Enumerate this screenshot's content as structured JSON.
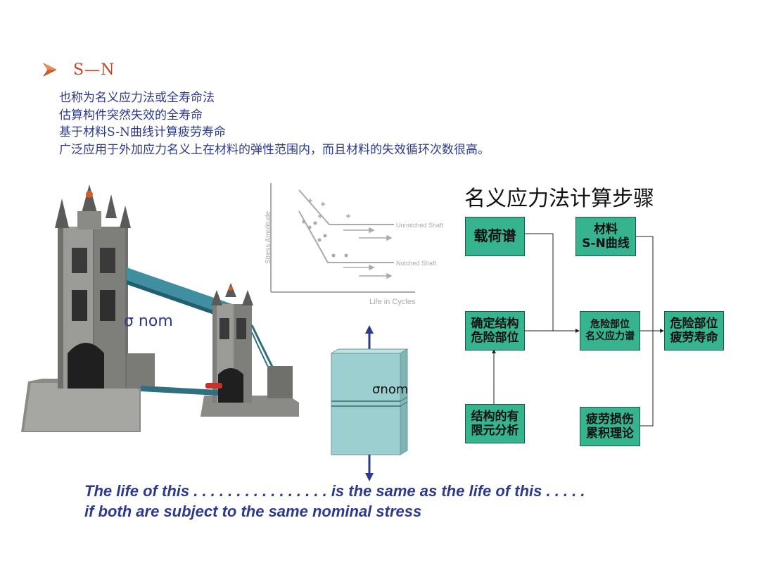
{
  "heading": {
    "text": "S—N",
    "bullet_icon": "arrow-bullet-icon",
    "bullet_color": "#e05a2a"
  },
  "bullets": [
    "也称为名义应力法或全寿命法",
    "估算构件突然失效的全寿命",
    "基于材料S-N曲线计算疲劳寿命",
    "广泛应用于外加应力名义上在材料的弹性范围内，而且材料的失效循环次数很高。"
  ],
  "bridge": {
    "sigma_label": "σ nom"
  },
  "sn_chart": {
    "ylabel": "Stress Amplitude",
    "xlabel": "Life in Cycles",
    "unnotched_label": "Unnotched Shaft",
    "notched_label": "Notched Shaft"
  },
  "block": {
    "sigma_label": "σnom"
  },
  "steps": {
    "title": "名义应力法计算步骤",
    "box_color": "#36b38f",
    "boxes": {
      "load_spectrum": "载荷谱",
      "material_sn": "材料\nS-N曲线",
      "critical_location": "确定结构\n危险部位",
      "nominal_stress_spectrum": "危险部位\n名义应力谱",
      "fatigue_life": "危险部位\n疲劳寿命",
      "finite_element": "结构的有\n限元分析",
      "damage_theory": "疲劳损伤\n累积理论"
    }
  },
  "caption": {
    "line1": "The life of this . . . . . . . . . . . . . . . . is the same as the life of this . . . . .",
    "line2": "if both are subject to the same nominal stress"
  },
  "colors": {
    "text_blue": "#2d3a8c",
    "block_fill": "#9ccfcf",
    "arrow_blue": "#2a3a8c"
  }
}
